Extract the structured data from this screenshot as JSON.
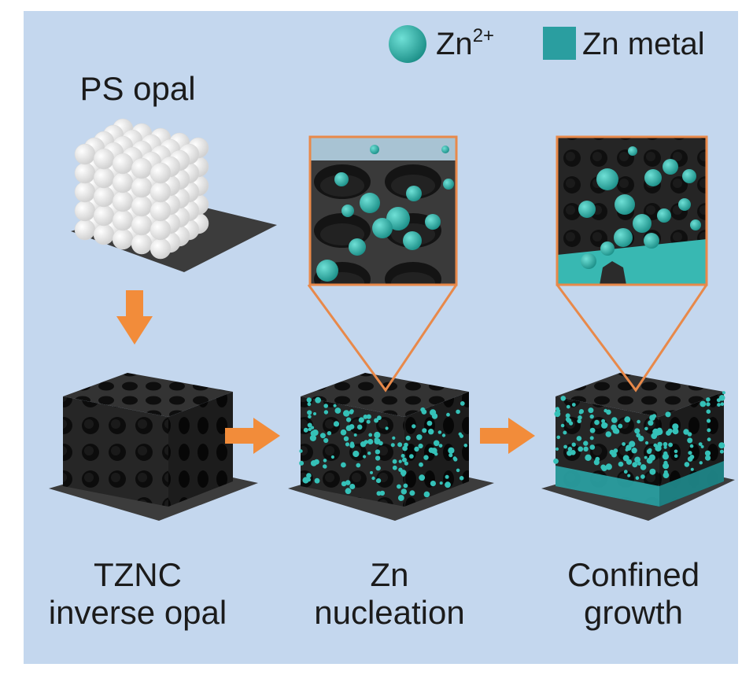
{
  "legend": {
    "ion_label": "Zn",
    "ion_charge": "2+",
    "metal_label": "Zn metal"
  },
  "labels": {
    "ps_opal": "PS opal",
    "tznc_line1": "TZNC",
    "tznc_line2": "inverse opal",
    "nucleation_line1": "Zn",
    "nucleation_line2": "nucleation",
    "growth_line1": "Confined",
    "growth_line2": "growth"
  },
  "colors": {
    "background": "#c4d7ee",
    "arrow": "#f28c3a",
    "zoom_frame": "#e8894a",
    "zinc": "#2fb3ab",
    "zinc_metal": "#2a9ea0",
    "framework": "#2b2b2b",
    "base_plate": "#3c3c3c",
    "ps_sphere": "#f4f4f4"
  }
}
